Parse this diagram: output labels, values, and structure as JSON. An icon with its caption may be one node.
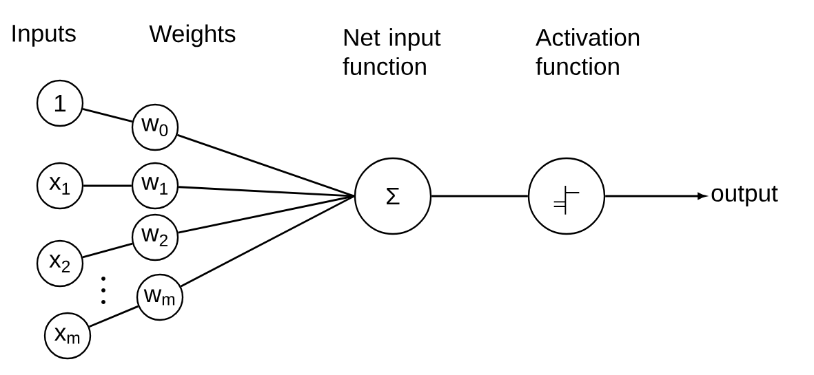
{
  "diagram": {
    "nodes": [
      {
        "text": [
          "1"
        ]
      },
      {
        "text": [
          "x$_{1}$"
        ]
      },
      {
        "text": [
          "x$_{2}$"
        ]
      },
      {
        "text": [
          "x$_{m}$"
        ]
      },
      {
        "text": [
          "w$_{0}$"
        ]
      },
      {
        "text": [
          "w$_{1}$"
        ]
      },
      {
        "text": [
          "w$_{2}$"
        ]
      },
      {
        "text": [
          "w$_{m}$"
        ]
      },
      {
        "text": [
          "Σ"
        ]
      },
      {
        "text": [],
        "shape": "circle"
      },
      {
        "text": [
          "output"
        ]
      }
    ],
    "edges": [
      {
        "from": 0,
        "to": 4,
        "arrow": "none"
      },
      {
        "from": 1,
        "to": 5,
        "arrow": "none"
      },
      {
        "from": 2,
        "to": 6,
        "arrow": "none"
      },
      {
        "from": 3,
        "to": 7,
        "arrow": "none"
      },
      {
        "from": 4,
        "to": 8,
        "arrow": "none"
      },
      {
        "from": 5,
        "to": 8,
        "arrow": "none"
      },
      {
        "from": 6,
        "to": 8,
        "arrow": "none"
      },
      {
        "from": 7,
        "to": 8,
        "arrow": "none"
      },
      {
        "from": 8,
        "to": 9,
        "arrow": "none"
      },
      {
        "from": 9,
        "to": 10,
        "arrow": "to"
      }
    ],
    "labels": [
      "Inputs",
      "Weights",
      "Net input function",
      "Activation function"
    ]
  }
}
